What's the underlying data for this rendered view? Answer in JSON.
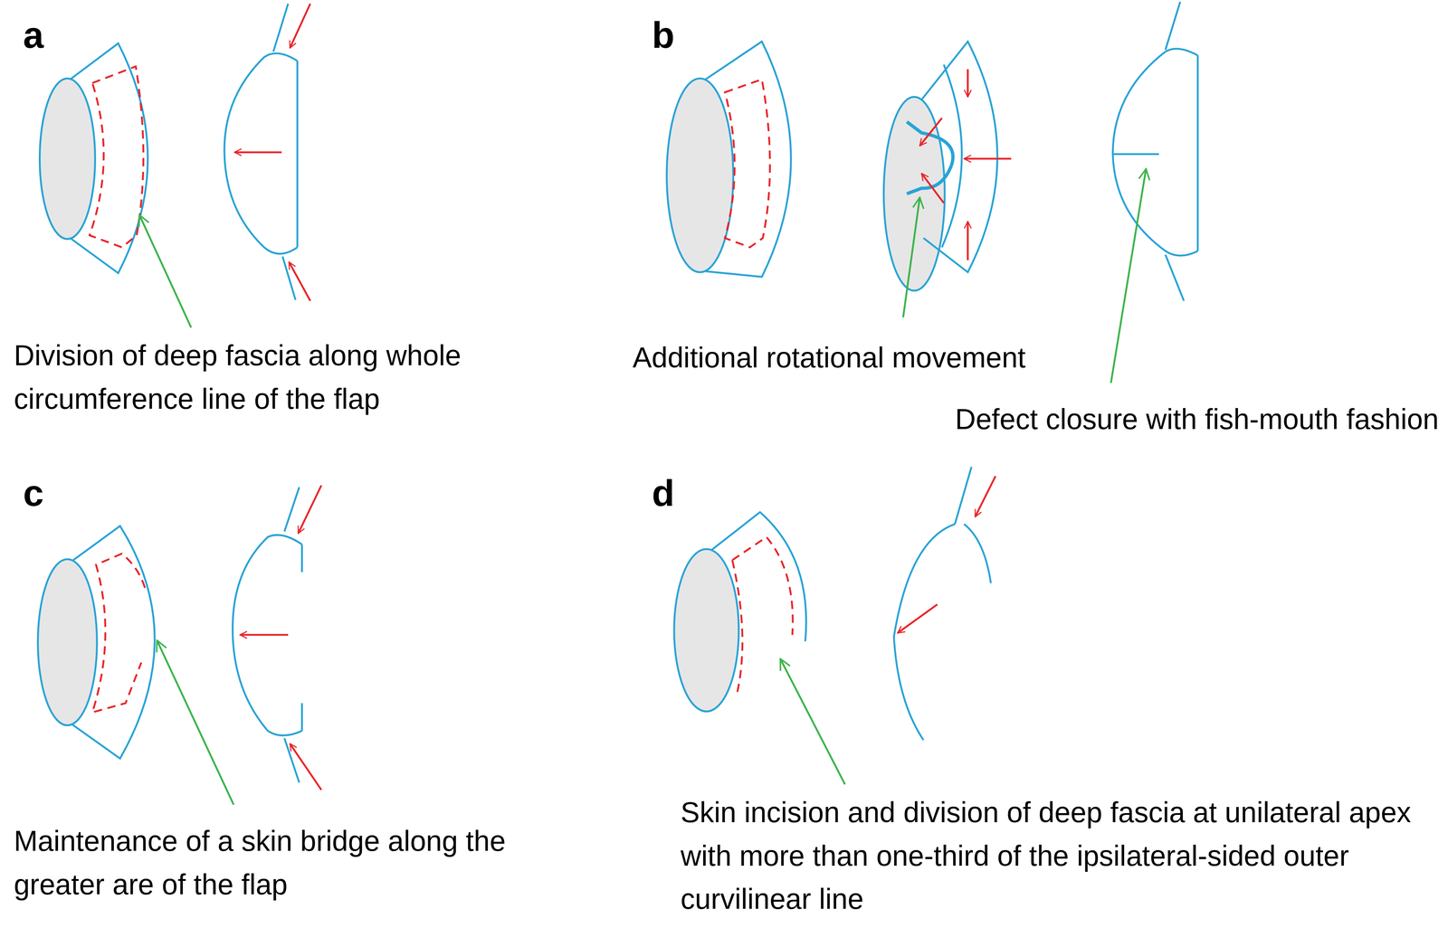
{
  "diagram": {
    "labels": [
      "a",
      "b",
      "c",
      "d",
      "Division of deep fascia along whole circumference line of the flap",
      "Additional rotational movement",
      "Defect closure with fish-mouth fashion",
      "Maintenance of a skin bridge along the greater are of the flap",
      "Skin incision and division of deep fascia at unilateral apex with more than one-third of the ipsilateral-sided outer curvilinear line"
    ]
  }
}
